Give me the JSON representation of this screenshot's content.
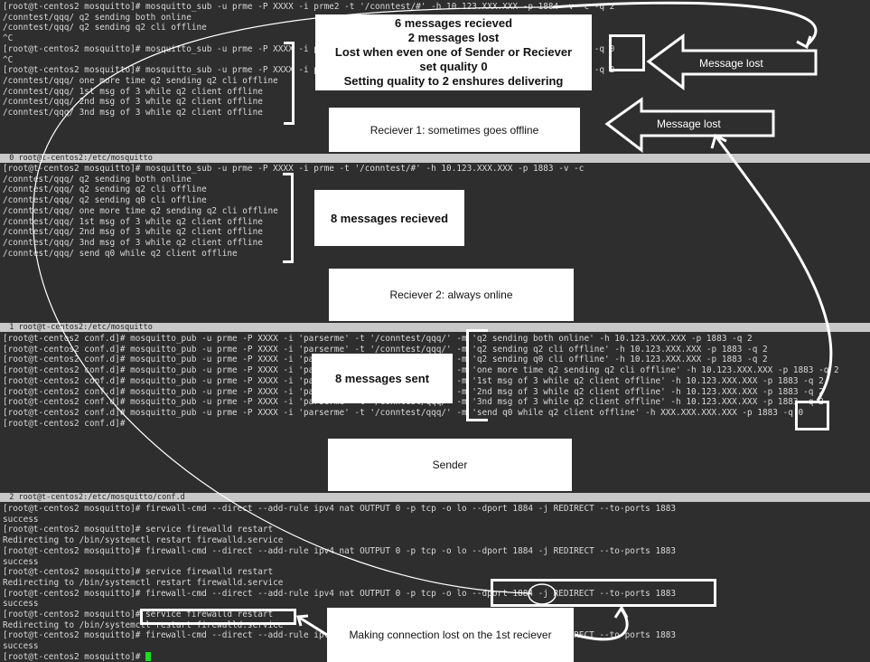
{
  "pane0": {
    "lines": [
      "[root@t-centos2 mosquitto]# mosquitto_sub -u prme -P XXXX -i prme2 -t '/conntest/#' -h 10.123.XXX.XXX -p 1884 -v -c -q 2",
      "/conntest/qqq/ q2 sending both online",
      "/conntest/qqq/ q2 sending q2 cli offline",
      "^C",
      "[root@t-centos2 mosquitto]# mosquitto_sub -u prme -P XXXX -i prme2 -t '/conntest/#' -h 10.123.XXX.XXX -p 1884 -v -c -q 0",
      "^C",
      "[root@t-centos2 mosquitto]# mosquitto_sub -u prme -P XXXX -i prme2 -t '/conntest/#' -h 10.123.XXX.XXX -p 1884 -v -c -q 2",
      "/conntest/qqq/ one more time q2 sending q2 cli offline",
      "/conntest/qqq/ 1st msg of 3 while q2 client offline",
      "/conntest/qqq/ 2nd msg of 3 while q2 client offline",
      "/conntest/qqq/ 3nd msg of 3 while q2 client offline"
    ]
  },
  "divider1": "  0 root@t-centos2:/etc/mosquitto",
  "pane1": {
    "lines": [
      "[root@t-centos2 mosquitto]# mosquitto_sub -u prme -P XXXX -i prme -t '/conntest/#' -h 10.123.XXX.XXX -p 1883 -v -c",
      "/conntest/qqq/ q2 sending both online",
      "/conntest/qqq/ q2 sending q2 cli offline",
      "/conntest/qqq/ q2 sending q0 cli offline",
      "/conntest/qqq/ one more time q2 sending q2 cli offline",
      "/conntest/qqq/ 1st msg of 3 while q2 client offline",
      "/conntest/qqq/ 2nd msg of 3 while q2 client offline",
      "/conntest/qqq/ 3nd msg of 3 while q2 client offline",
      "/conntest/qqq/ send q0 while q2 client offline"
    ]
  },
  "divider2": "  1 root@t-centos2:/etc/mosquitto",
  "pane2": {
    "lines": [
      "[root@t-centos2 conf.d]# mosquitto_pub -u prme -P XXXX -i 'parserme' -t '/conntest/qqq/' -m 'q2 sending both online' -h 10.123.XXX.XXX -p 1883 -q 2",
      "[root@t-centos2 conf.d]# mosquitto_pub -u prme -P XXXX -i 'parserme' -t '/conntest/qqq/' -m 'q2 sending q2 cli offline' -h 10.123.XXX.XXX -p 1883 -q 2",
      "[root@t-centos2 conf.d]# mosquitto_pub -u prme -P XXXX -i 'parserme' -t '/conntest/qqq/' -m 'q2 sending q0 cli offline' -h 10.123.XXX.XXX -p 1883 -q 2",
      "[root@t-centos2 conf.d]# mosquitto_pub -u prme -P XXXX -i 'parserme' -t '/conntest/qqq/' -m 'one more time q2 sending q2 cli offline' -h 10.123.XXX.XXX -p 1883 -q 2",
      "[root@t-centos2 conf.d]# mosquitto_pub -u prme -P XXXX -i 'parserme' -t '/conntest/qqq/' -m '1st msg of 3 while q2 client offline' -h 10.123.XXX.XXX -p 1883 -q 2",
      "[root@t-centos2 conf.d]# mosquitto_pub -u prme -P XXXX -i 'parserme' -t '/conntest/qqq/' -m '2nd msg of 3 while q2 client offline' -h 10.123.XXX.XXX -p 1883 -q 2",
      "[root@t-centos2 conf.d]# mosquitto_pub -u prme -P XXXX -i 'parserme' -t '/conntest/qqq/' -m '3nd msg of 3 while q2 client offline' -h 10.123.XXX.XXX -p 1883 -q 2",
      "[root@t-centos2 conf.d]# mosquitto_pub -u prme -P XXXX -i 'parserme' -t '/conntest/qqq/' -m 'send q0 while q2 client offline' -h XXX.XXX.XXX.XXX -p 1883 -q 0",
      "[root@t-centos2 conf.d]#"
    ]
  },
  "divider3": "  2 root@t-centos2:/etc/mosquitto/conf.d",
  "pane3": {
    "lines": [
      "[root@t-centos2 mosquitto]# firewall-cmd --direct --add-rule ipv4 nat OUTPUT 0 -p tcp -o lo --dport 1884 -j REDIRECT --to-ports 1883",
      "success",
      "[root@t-centos2 mosquitto]# service firewalld restart",
      "Redirecting to /bin/systemctl restart firewalld.service",
      "[root@t-centos2 mosquitto]# firewall-cmd --direct --add-rule ipv4 nat OUTPUT 0 -p tcp -o lo --dport 1884 -j REDIRECT --to-ports 1883",
      "success",
      "[root@t-centos2 mosquitto]# service firewalld restart",
      "Redirecting to /bin/systemctl restart firewalld.service",
      "[root@t-centos2 mosquitto]# firewall-cmd --direct --add-rule ipv4 nat OUTPUT 0 -p tcp -o lo --dport 1884 -j REDIRECT --to-ports 1883",
      "success",
      "[root@t-centos2 mosquitto]# service firewalld restart",
      "Redirecting to /bin/systemctl restart firewalld.service",
      "[root@t-centos2 mosquitto]# firewall-cmd --direct --add-rule ipv4 nat OUTPUT 0 -p tcp -o lo --dport 1884 -j REDIRECT --to-ports 1883",
      "success",
      "[root@t-centos2 mosquitto]# "
    ]
  },
  "notes": {
    "summary": [
      "6 messages recieved",
      "2 messages lost",
      "Lost when even one of Sender or Reciever",
      "set quality 0",
      "Setting quality to 2 enshures delivering"
    ],
    "receiver1": "Reciever 1: sometimes goes offline",
    "receiver2_count": "8 messages recieved",
    "receiver2": "Reciever 2: always online",
    "sender_count": "8 messages sent",
    "sender": "Sender",
    "connection_lost": "Making connection lost on the 1st reciever"
  },
  "arrows": {
    "message_lost_1": "Message lost",
    "message_lost_2": "Message lost"
  },
  "colors": {
    "terminal_bg": "#2e2e2e",
    "terminal_text": "#d8d8d8",
    "annotation": "#ffffff",
    "cursor": "#17e01c"
  }
}
